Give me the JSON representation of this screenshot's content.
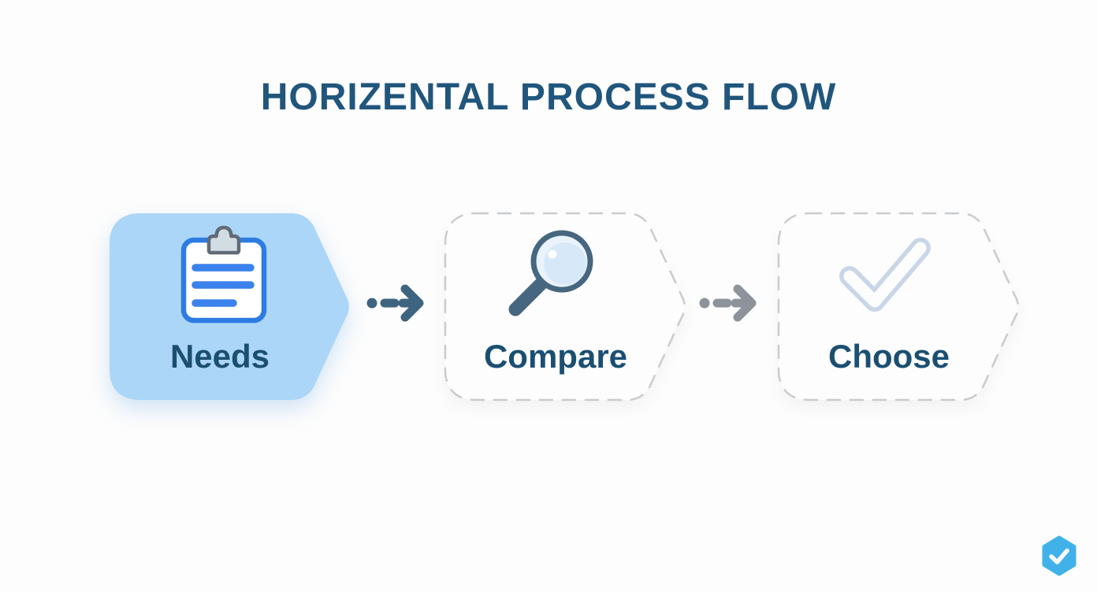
{
  "title": "HORIZENTAL PROCESS FLOW",
  "steps": [
    {
      "label": "Needs",
      "icon": "clipboard-icon",
      "state": "active"
    },
    {
      "label": "Compare",
      "icon": "magnifier-icon",
      "state": "default"
    },
    {
      "label": "Choose",
      "icon": "checkmark-icon",
      "state": "default"
    }
  ],
  "connectors": [
    {
      "style": "dashed-arrow",
      "color": "#3e6480"
    },
    {
      "style": "dashed-arrow",
      "color": "#8d939a"
    }
  ],
  "logo": {
    "icon": "hexagon-check-icon",
    "color": "#41b2e9"
  },
  "colors": {
    "background": "#fdfdfd",
    "title_text": "#21567c",
    "step_label_text": "#1b4f72",
    "active_step_fill": "#abd6f7",
    "dashed_border": "#c8cccf",
    "clipboard_border": "#2e7ce2",
    "clipboard_lines": "#3b82ec",
    "clipboard_clip_fill": "#d3dbe3",
    "clipboard_clip_border": "#5f6b76",
    "magnifier_ring": "#46677f",
    "magnifier_lens": "#d7e9f8",
    "check_outline": "#c9d6e8",
    "arrow_blue": "#3e6480",
    "arrow_gray": "#8d939a",
    "logo_blue": "#41b2e9"
  }
}
